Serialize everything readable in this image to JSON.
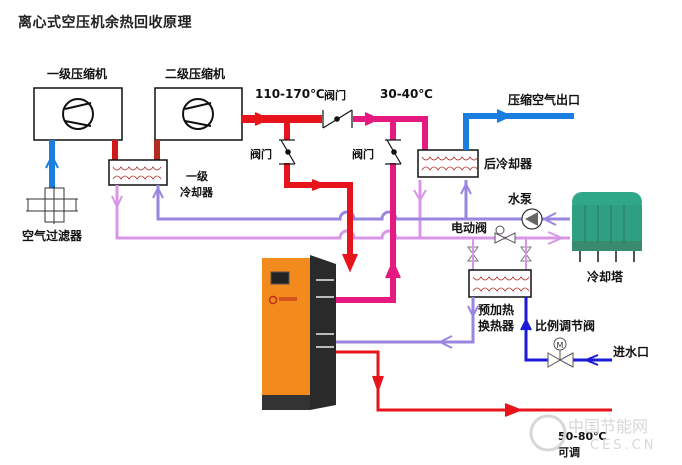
{
  "title": "离心式空压机余热回收原理",
  "labels": {
    "stage1_compressor": "一级压缩机",
    "stage2_compressor": "二级压缩机",
    "temp_hot": "110-170℃",
    "temp_warm": "30-40℃",
    "valve_top": "阀门",
    "valve_left": "阀门",
    "valve_mid": "阀门",
    "compressed_air_outlet": "压缩空气出口",
    "after_cooler": "后冷却器",
    "intercooler_line1": "一级",
    "intercooler_line2": "冷却器",
    "air_filter": "空气过滤器",
    "water_pump": "水泵",
    "electric_valve": "电动阀",
    "cooling_tower": "冷却塔",
    "preheat_exchanger_line1": "预加热",
    "preheat_exchanger_line2": "换热器",
    "proportional_valve": "比例调节阀",
    "water_inlet": "进水口",
    "outlet_temp": "50-80℃",
    "outlet_temp_note": "可调",
    "motor_symbol": "M"
  },
  "watermark": {
    "cn": "中国节能网",
    "en": "CES.CN"
  },
  "colors": {
    "hot_pipe": "#e8141b",
    "warm_pipe": "#e5197f",
    "air_pipe": "#1a7de0",
    "cool_return": "#9a86e0",
    "cool_supply": "#d896e8",
    "inlet_water": "#1a1ad8",
    "recovery_unit": "#f28a1e",
    "tower": "#2fa889"
  }
}
